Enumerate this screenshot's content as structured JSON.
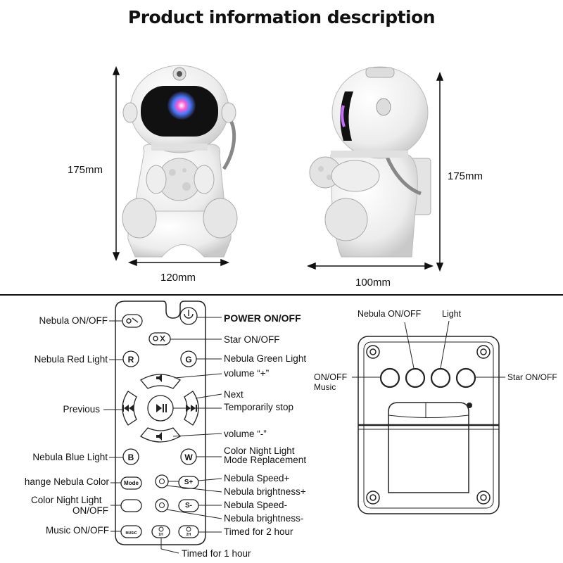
{
  "title": "Product information description",
  "dimensions": {
    "front_height": "175mm",
    "front_width": "120mm",
    "side_height": "175mm",
    "side_depth": "100mm"
  },
  "remote": {
    "left_labels": {
      "nebula_onoff": "Nebula ON/OFF",
      "nebula_red": "Nebula Red Light",
      "previous": "Previous",
      "nebula_blue": "Nebula Blue Light",
      "change_nebula_color": "hange Nebula Color",
      "color_night_light_onoff_1": "Color Night Light",
      "color_night_light_onoff_2": "ON/OFF",
      "music_onoff": "Music ON/OFF"
    },
    "right_labels": {
      "power": "POWER ON/OFF",
      "star": "Star ON/OFF",
      "nebula_green": "Nebula Green Light",
      "volume_up": "volume “+”",
      "next": "Next",
      "pause": "Temporarily stop",
      "volume_down": "volume “-”",
      "color_mode_1": "Color Night Light",
      "color_mode_2": "Mode Replacement",
      "nebula_speed_up": "Nebula Speed+",
      "nebula_brightness_up": "Nebula brightness+",
      "nebula_speed_down": "Nebula Speed-",
      "nebula_brightness_down": "Nebula brightness-",
      "timed_2h": "Timed for 2 hour",
      "timed_1h": "Timed for 1 hour"
    },
    "buttons": {
      "r": "R",
      "g": "G",
      "b": "B",
      "w": "W",
      "mode": "Mode",
      "splus": "S+",
      "sminus": "S-",
      "music": "MUSIC",
      "t1h": "1H",
      "t2h": "2H"
    }
  },
  "back_panel": {
    "nebula_onoff": "Nebula ON/OFF",
    "light": "Light",
    "onoff_1": "ON/OFF",
    "onoff_2": "Music",
    "star_onoff": "Star ON/OFF"
  }
}
